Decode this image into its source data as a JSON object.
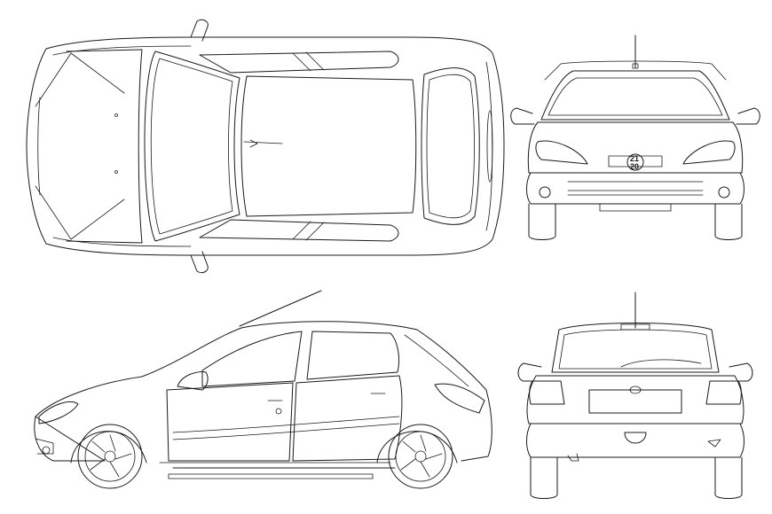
{
  "drawing": {
    "views": [
      "top-view",
      "front-view",
      "side-view",
      "rear-view"
    ],
    "line_color": "#1a1a1a",
    "background": "#ffffff"
  },
  "front_badge": {
    "top": "21",
    "bottom": "20"
  }
}
